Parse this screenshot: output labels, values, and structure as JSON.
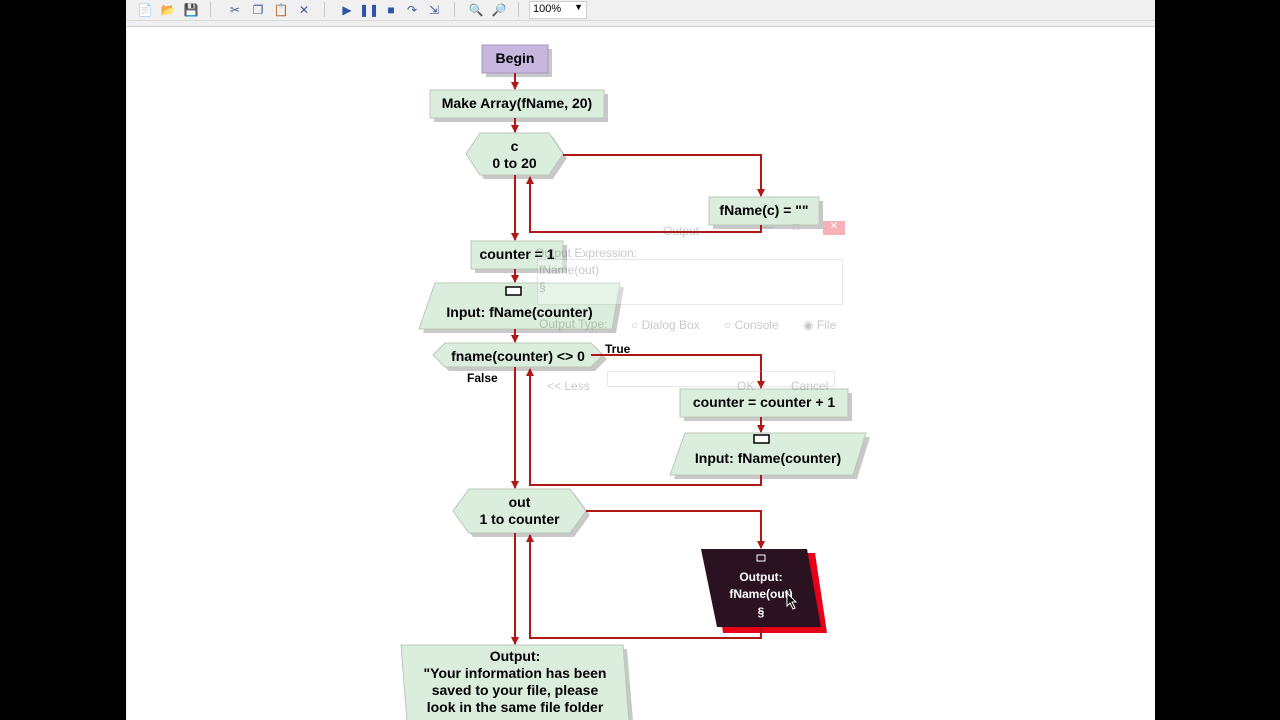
{
  "toolbar": {
    "zoom": "100%",
    "icons": [
      "new-icon",
      "open-icon",
      "save-icon",
      "cut-icon",
      "copy-icon",
      "paste-icon",
      "delete-icon",
      "run-icon",
      "pause-icon",
      "stop-icon",
      "step-icon",
      "step-into-icon",
      "zoom-in-icon",
      "zoom-out-icon"
    ]
  },
  "flowchart": {
    "begin": "Begin",
    "make_array": "Make Array(fName, 20)",
    "loop1_var": "c",
    "loop1_range": "0 to 20",
    "assign_fname": "fName(c) = \"\"",
    "counter_init": "counter = 1",
    "input1": "Input: fName(counter)",
    "while_cond": "fname(counter) <> 0",
    "true_label": "True",
    "false_label": "False",
    "counter_inc": "counter = counter + 1",
    "input2": "Input: fName(counter)",
    "loop2_var": "out",
    "loop2_range": "1 to counter",
    "output_sel_1": "Output:",
    "output_sel_2": "fName(out)",
    "output_sel_3": "§",
    "final_output": [
      "Output:",
      "\"Your information has been",
      "saved to your file, please",
      "look in the same file folder"
    ]
  },
  "dialog": {
    "title": "Output",
    "expression_label": "Output Expression:",
    "expression_line1": "fName(out)",
    "expression_line2": "§",
    "type_label": "Output Type:",
    "opt_dialog": "Dialog Box",
    "opt_console": "Console",
    "opt_file": "File",
    "ok": "OK",
    "cancel": "Cancel",
    "less": "<< Less"
  },
  "colors": {
    "shape_fill": "#dbeedd",
    "begin_fill": "#c7b7df",
    "arrow": "#b01818",
    "selected_fill": "#2b1220",
    "selected_border": "#e8001a"
  }
}
